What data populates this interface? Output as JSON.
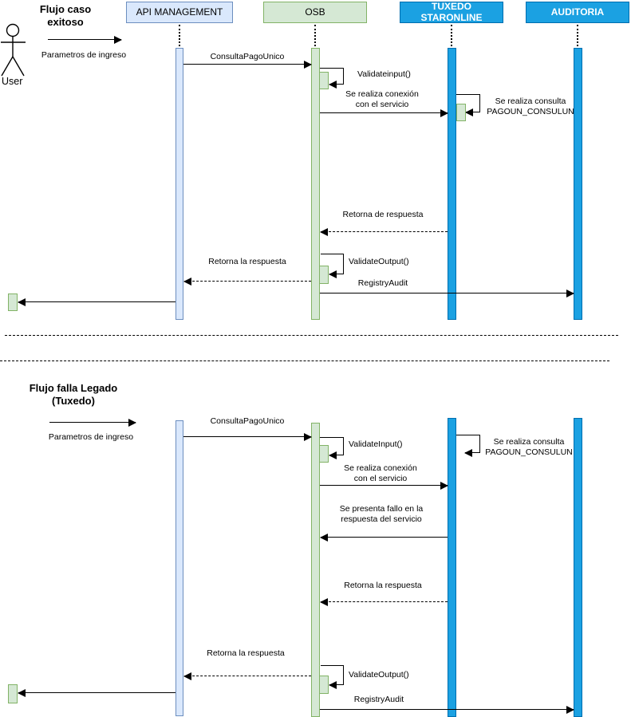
{
  "actor": {
    "label": "User"
  },
  "lifelines": [
    {
      "id": "api",
      "label": "API MANAGEMENT"
    },
    {
      "id": "osb",
      "label": "OSB"
    },
    {
      "id": "tuxedo",
      "label": "TUXEDO STARONLINE"
    },
    {
      "id": "auditoria",
      "label": "AUDITORIA"
    }
  ],
  "colors": {
    "light_blue_fill": "#dae8fc",
    "light_blue_border": "#6c8ebf",
    "green_fill": "#d5e8d4",
    "green_border": "#82b366",
    "blue_fill": "#1ba1e2",
    "blue_border": "#006eaf",
    "line": "#000000"
  },
  "flows": [
    {
      "title": "Flujo caso exitoso",
      "trigger": "Parametros de ingreso",
      "messages": [
        {
          "label": "ConsultaPagoUnico",
          "from": "api",
          "to": "osb",
          "style": "solid"
        },
        {
          "label": "Validateinput()",
          "on": "osb",
          "style": "self"
        },
        {
          "label": "Se realiza conexión con el servicio",
          "from": "osb",
          "to": "tuxedo",
          "style": "solid"
        },
        {
          "label": "Se realiza consulta PAGOUN_CONSULUN",
          "on": "tuxedo",
          "style": "self"
        },
        {
          "label": "Retorna de respuesta",
          "from": "tuxedo",
          "to": "osb",
          "style": "dashed"
        },
        {
          "label": "ValidateOutput()",
          "on": "osb",
          "style": "self"
        },
        {
          "label": "Retorna la respuesta",
          "from": "osb",
          "to": "api",
          "style": "dashed"
        },
        {
          "label": "RegistryAudit",
          "from": "osb",
          "to": "auditoria",
          "style": "solid"
        }
      ]
    },
    {
      "title": "Flujo falla Legado (Tuxedo)",
      "trigger": "Parametros de ingreso",
      "messages": [
        {
          "label": "ConsultaPagoUnico",
          "from": "api",
          "to": "osb",
          "style": "solid"
        },
        {
          "label": "Se realiza consulta PAGOUN_CONSULUN",
          "on": "tuxedo",
          "style": "self"
        },
        {
          "label": "ValidateInput()",
          "on": "osb",
          "style": "self"
        },
        {
          "label": "Se realiza conexión con el servicio",
          "from": "osb",
          "to": "tuxedo",
          "style": "solid"
        },
        {
          "label": "Se presenta fallo en la respuesta del servicio",
          "from": "tuxedo",
          "to": "osb",
          "style": "solid"
        },
        {
          "label": "Retorna la respuesta",
          "from": "tuxedo",
          "to": "osb",
          "style": "dashed"
        },
        {
          "label": "Retorna la respuesta",
          "from": "osb",
          "to": "api",
          "style": "dashed"
        },
        {
          "label": "ValidateOutput()",
          "on": "osb",
          "style": "self"
        },
        {
          "label": "RegistryAudit",
          "from": "osb",
          "to": "auditoria",
          "style": "solid"
        }
      ]
    }
  ]
}
